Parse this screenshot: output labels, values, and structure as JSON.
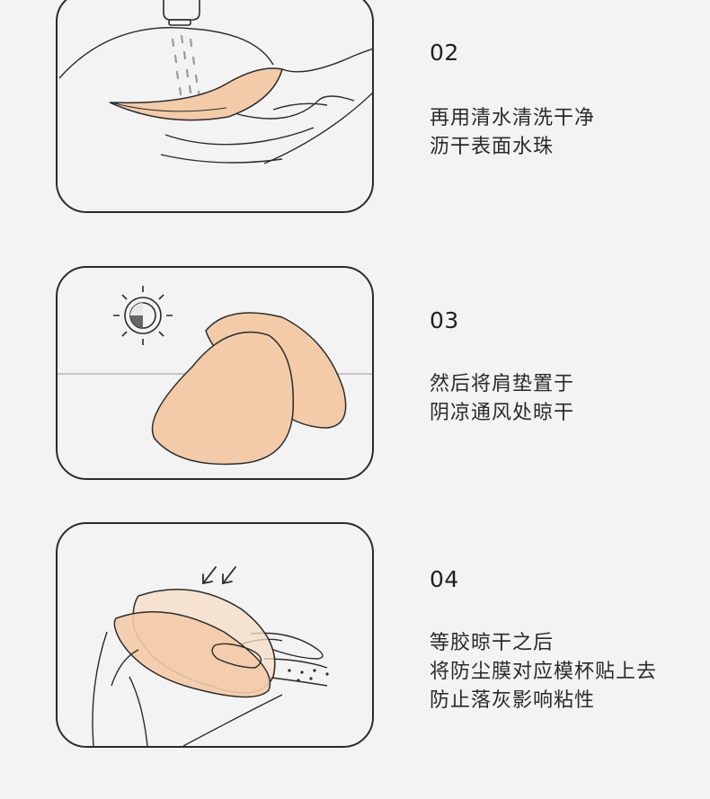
{
  "steps": [
    {
      "number": "02",
      "lines": [
        "再用清水清洗干净",
        "沥干表面水珠"
      ]
    },
    {
      "number": "03",
      "lines": [
        "然后将肩垫置于",
        "阴凉通风处晾干"
      ]
    },
    {
      "number": "04",
      "lines": [
        "等胶晾干之后",
        "将防尘膜对应模杯贴上去",
        "防止落灰影响粘性"
      ]
    }
  ],
  "colors": {
    "pad_fill": "#f3cba8",
    "outline": "#2b2b2b",
    "background": "#f3f3f3"
  },
  "icons": [
    "faucet-icon",
    "sun-clock-icon",
    "press-arrows-icon"
  ]
}
